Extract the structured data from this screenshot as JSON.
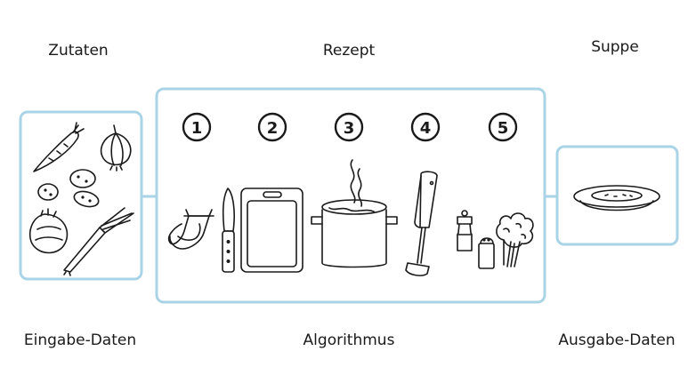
{
  "labels": {
    "input_title": "Zutaten",
    "process_title": "Rezept",
    "output_title": "Suppe",
    "input_caption": "Eingabe-Daten",
    "process_caption": "Algorithmus",
    "output_caption": "Ausgabe-Daten"
  },
  "steps": [
    "1",
    "2",
    "3",
    "4",
    "5"
  ],
  "colors": {
    "box_border": "#a9d4e6",
    "line": "#1a1a1a"
  }
}
